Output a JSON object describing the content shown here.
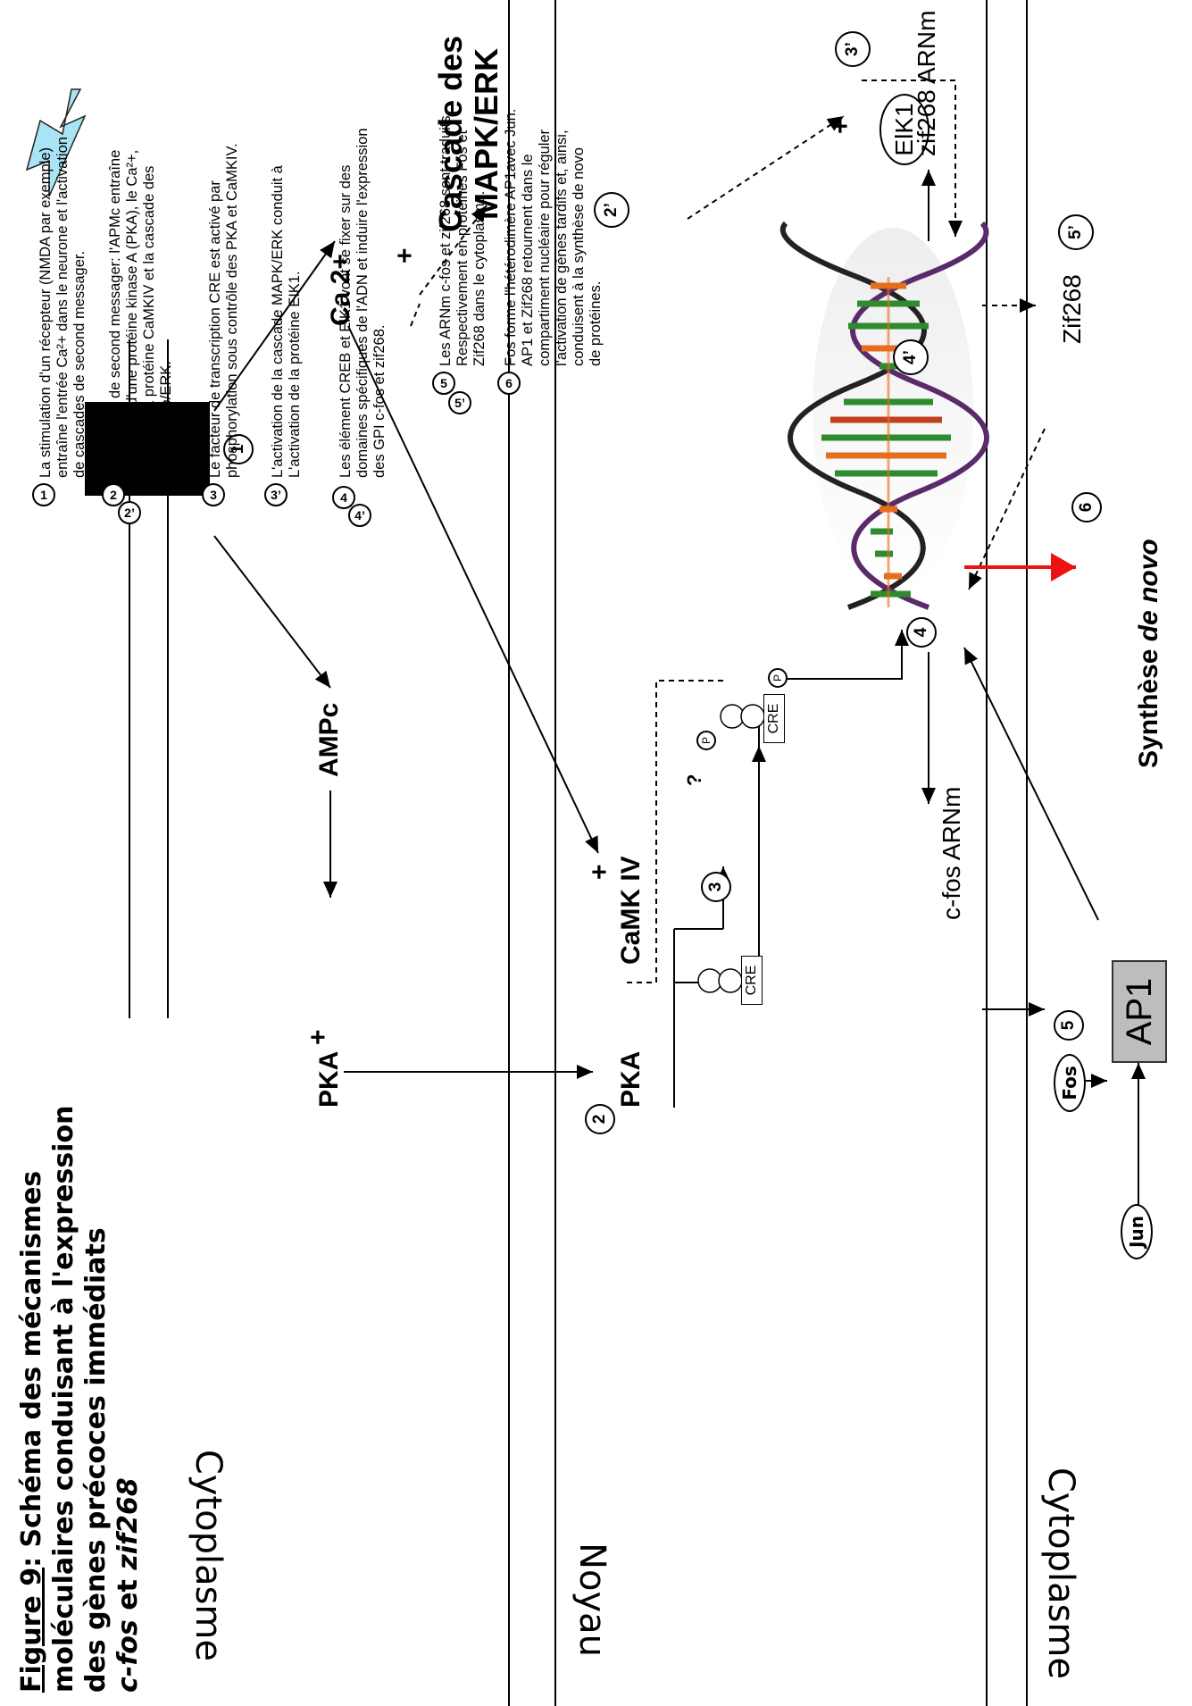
{
  "title": {
    "figure_label": "Figure 9",
    "line1_rest": ": Schéma des mécanismes",
    "line2": "moléculaires conduisant à l'expression",
    "line3": "des gènes précoces immédiats",
    "line4_a": "c-fos",
    "line4_b": " et ",
    "line4_c": "zif268"
  },
  "regions": {
    "cytoplasm_top": "Cytoplasme",
    "nucleus": "Noyau",
    "cytoplasm_bottom": "Cytoplasme"
  },
  "nodes": {
    "ampc": "AMPc",
    "ca": "Ca 2+",
    "pka1": "PKA",
    "pka2": "PKA",
    "camk": "CaMK IV",
    "mapk_line1": "Cascade des",
    "mapk_line2": "MAPK/ERK",
    "elk1": "ElK1",
    "cre1": "CRE",
    "cre2": "CRE",
    "p1": "P",
    "p2": "P",
    "question": "?",
    "cfos_mrna": "c-fos ARNm",
    "zif_mrna": "zif268 ARNm",
    "zif_protein": "Zif268",
    "fos": "Fos",
    "jun": "Jun",
    "ap1": "AP1",
    "synthesis_a": "Synthèse ",
    "synthesis_b": "de novo",
    "plus": "+"
  },
  "step_markers": {
    "s1": "1",
    "s2": "2",
    "s2p": "2’",
    "s3": "3",
    "s3p": "3’",
    "s4": "4",
    "s4p": "4’",
    "s5": "5",
    "s5p": "5’",
    "s6": "6"
  },
  "legend": [
    {
      "markers": [
        "1"
      ],
      "lines": [
        "La stimulation d'un récepteur (NMDA par exemple)",
        "entraîne l'entrée Ca²+ dans le neurone et l'activation",
        "de cascades de second messager."
      ]
    },
    {
      "markers": [
        "2",
        "2’"
      ],
      "lines": [
        "La cascade de second messager: l'APMc entraîne",
        "l'activation d'une protéine kinase A (PKA), le Ca²+,",
        "lui, active la protéine CaMKIV et la cascade des",
        "MAP kinase/ERK."
      ]
    },
    {
      "markers": [
        "3"
      ],
      "lines": [
        "Le facteur de transcription CRE est activé par",
        "phosphorylation sous contrôle des PKA et CaMKIV."
      ]
    },
    {
      "markers": [
        "3’"
      ],
      "lines": [
        "L'activation de la cascade MAPK/ERK conduit à",
        "L'activation de la protéine EIK1."
      ]
    },
    {
      "markers": [
        "4",
        "4’"
      ],
      "lines": [
        "Les élément CREB et ElK1 vont se fixer sur des",
        "domaines spécifiques de l'ADN et induire l'expression",
        "des GPI c-fos et zif268."
      ]
    },
    {
      "markers": [
        "5",
        "5’"
      ],
      "lines": [
        "Les ARNm c-fos et zif268 sont traduits",
        "Respectivement en protéines Fos et",
        "Zif268 dans le cytoplasme."
      ]
    },
    {
      "markers": [
        "6"
      ],
      "lines": [
        "Fos forme l'hétérodimère AP1avec Jun.",
        "AP1 et Zif268 retournent dans le",
        "compartiment nucléaire pour réguler",
        "l'activation de gènes tardifs et, ainsi,",
        "conduisent à la synthèse de novo",
        "de protéines."
      ]
    }
  ],
  "colors": {
    "red_arrow": "#ee1111",
    "ap1_fill": "#bdbdbd",
    "lightning": "#a9e4f4"
  }
}
